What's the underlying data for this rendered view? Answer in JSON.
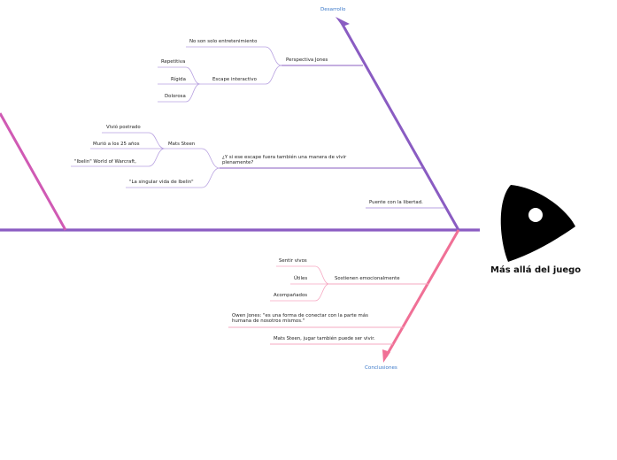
{
  "colors": {
    "spine": "#8a5cc2",
    "top_bone": "#8a5cc2",
    "top_branch": "#b7a0e0",
    "left_bone": "#d05ab4",
    "bottom_bone": "#f07096",
    "bottom_branch": "#f6a8c2",
    "head": "#000000",
    "eye": "#ffffff",
    "category_text": "#3a78c9"
  },
  "head": {
    "title": "Más allá del juego",
    "icon": "fish-head-shape"
  },
  "categories": {
    "top": "Desarrollo",
    "bottom": "Conclusiones"
  },
  "top_branches": [
    {
      "label": "Perspectiva Jones",
      "children": [
        {
          "label": "No son solo entretenimiento",
          "children": []
        },
        {
          "label": "Escape interactivo",
          "children": [
            {
              "label": "Repetitiva"
            },
            {
              "label": "Rígida"
            },
            {
              "label": "Dolorosa"
            }
          ]
        }
      ]
    },
    {
      "label": "¿Y si ese escape fuera también una manera de vivir plenamente?",
      "children": [
        {
          "label": "Mats Steen",
          "children": [
            {
              "label": "Vivió postrado"
            },
            {
              "label": "Murió a los 25 años"
            },
            {
              "label": "\"Ibelin\" World of Warcraft,"
            }
          ]
        },
        {
          "label": "\"La singular vida de Ibelin\"",
          "children": []
        }
      ]
    },
    {
      "label": "Puente con la libertad.",
      "children": []
    }
  ],
  "bottom_branches": [
    {
      "label": "Sostienen emocionalmente",
      "children": [
        {
          "label": "Sentir vivos"
        },
        {
          "label": "Útiles"
        },
        {
          "label": "Acompañados"
        }
      ]
    },
    {
      "label": "Owen Jones: \"es una forma de conectar con la parte más humana de nosotros mismos.\"",
      "children": []
    },
    {
      "label": "Mats Steen, jugar también puede ser vivir.",
      "children": []
    }
  ]
}
